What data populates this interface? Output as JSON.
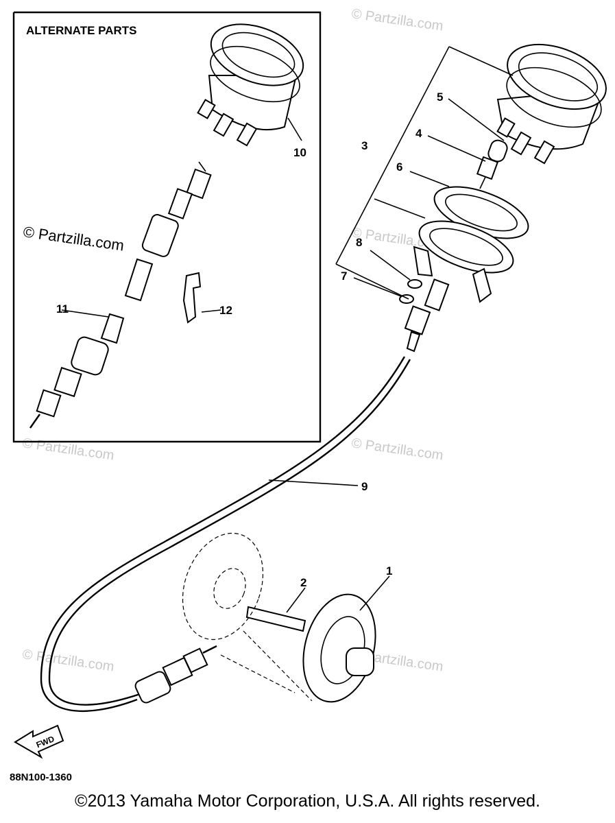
{
  "box": {
    "title": "ALTERNATE PARTS"
  },
  "labels": {
    "p1": "1",
    "p2": "2",
    "p3": "3",
    "p4": "4",
    "p5": "5",
    "p6": "6",
    "p7": "7",
    "p8": "8",
    "p9": "9",
    "p10": "10",
    "p11": "11",
    "p12": "12"
  },
  "fwd": "FWD",
  "watermark": "© Partzilla.com",
  "diagram_code": "88N100-1360",
  "copyright": "©2013 Yamaha Motor Corporation, U.S.A. All rights reserved."
}
